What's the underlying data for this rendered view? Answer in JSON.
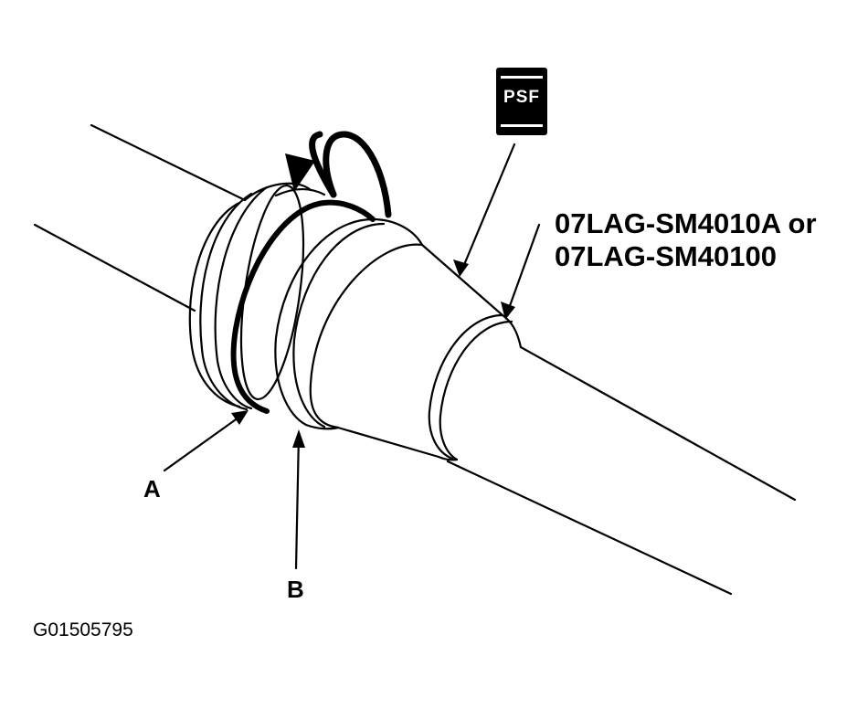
{
  "badge": {
    "text": "PSF"
  },
  "callouts": {
    "tool_part_number_line1": "07LAG-SM4010A or",
    "tool_part_number_line2": "07LAG-SM40100",
    "label_a": "A",
    "label_b": "B"
  },
  "figure_id": "G01505795",
  "colors": {
    "ink": "#000000",
    "background": "#ffffff"
  }
}
